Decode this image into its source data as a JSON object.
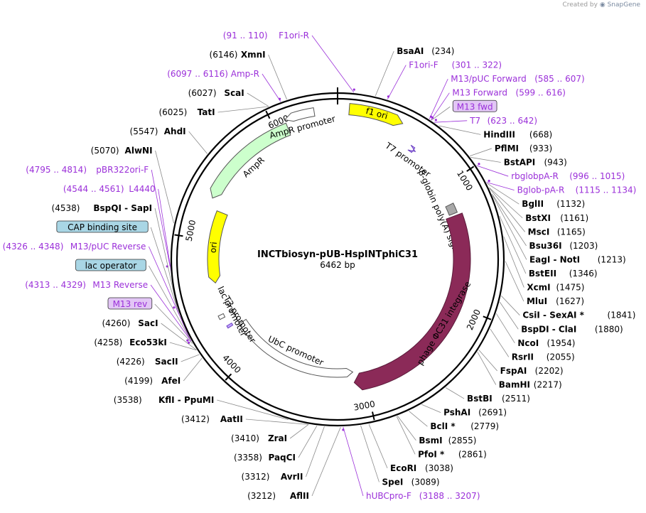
{
  "brand": {
    "prefix": "Created by",
    "name": "SnapGene"
  },
  "plasmid": {
    "name": "INCTbiosyn-pUB-HspINTphiC31",
    "length": "6462 bp",
    "bp": 6462
  },
  "ticks": [
    1000,
    2000,
    3000,
    4000,
    5000,
    6000
  ],
  "features": [
    {
      "name": "f1-ori",
      "label": "f1 ori",
      "start": 80,
      "end": 460,
      "r": 212,
      "w": 16,
      "color": "#ffff00",
      "stroke": "#555555",
      "dir": "cw",
      "label_inside": true
    },
    {
      "name": "t7-promoter",
      "label": "T7 promoter",
      "start": 623,
      "end": 642,
      "r": 187,
      "w": 8,
      "color": "#c0a0ff",
      "stroke": "#6a3fbf",
      "dir": "cw",
      "label_inside": false
    },
    {
      "name": "beta-globin-polya",
      "label": "β-globin poly(A) signal",
      "start": 1150,
      "end": 1230,
      "r": 175,
      "w": 12,
      "color": "#a8a8a8",
      "stroke": "#555555",
      "dir": "none",
      "label_inside": false
    },
    {
      "name": "phage-phic31-integrase",
      "label": "phage ΦC31 integrase",
      "start": 1250,
      "end": 3093,
      "r": 175,
      "w": 24,
      "color": "#8b2a58",
      "stroke": "#5a1b3a",
      "dir": "cw",
      "label_inside": true
    },
    {
      "name": "ubc-promoter",
      "label": "UbC promoter",
      "start": 3093,
      "end": 4250,
      "r": 160,
      "w": 12,
      "color": "#ffffff",
      "stroke": "#555555",
      "dir": "ccw",
      "label_inside": false
    },
    {
      "name": "t3-promoter",
      "label": "T3 promoter",
      "start": 4270,
      "end": 4290,
      "r": 178,
      "w": 8,
      "color": "#c0a0ff",
      "stroke": "#6a3fbf",
      "dir": "none",
      "label_inside": false
    },
    {
      "name": "lac-promoter",
      "label": "lac promoter",
      "start": 4360,
      "end": 4390,
      "r": 182,
      "w": 8,
      "color": "#ffffff",
      "stroke": "#555555",
      "dir": "none",
      "label_inside": false
    },
    {
      "name": "ori",
      "label": "ori",
      "start": 4650,
      "end": 5240,
      "r": 175,
      "w": 16,
      "color": "#ffff00",
      "stroke": "#555555",
      "dir": "ccw",
      "label_inside": true
    },
    {
      "name": "ampr",
      "label": "AmpR",
      "start": 5315,
      "end": 6090,
      "r": 196,
      "w": 18,
      "color": "#ccffcc",
      "stroke": "#555555",
      "dir": "ccw",
      "label_inside": false
    },
    {
      "name": "ampr-promoter",
      "label": "AmpR promoter",
      "start": 6090,
      "end": 6300,
      "r": 210,
      "w": 12,
      "color": "#ffffff",
      "stroke": "#555555",
      "dir": "ccw",
      "label_inside": false
    }
  ],
  "right_labels": [
    {
      "name": "BsaAI",
      "pos": "(234)",
      "kind": "site",
      "bp": 234
    },
    {
      "name": "F1ori-F",
      "pos": "(301 .. 322)",
      "kind": "primer",
      "bp": 311
    },
    {
      "name": "M13/pUC Forward",
      "pos": "(585 .. 607)",
      "kind": "primer",
      "bp": 596
    },
    {
      "name": "M13 Forward",
      "pos": "(599 .. 616)",
      "kind": "primer",
      "bp": 607
    },
    {
      "name": "M13 fwd",
      "pos": "",
      "kind": "boxed",
      "bp": 610
    },
    {
      "name": "T7",
      "pos": "(623 .. 642)",
      "kind": "primer",
      "bp": 632
    },
    {
      "name": "HindIII",
      "pos": "(668)",
      "kind": "site",
      "bp": 668
    },
    {
      "name": "PflMI",
      "pos": "(933)",
      "kind": "site",
      "bp": 933
    },
    {
      "name": "BstAPI",
      "pos": "(943)",
      "kind": "site",
      "bp": 943
    },
    {
      "name": "rbglobpA-R",
      "pos": "(996 .. 1015)",
      "kind": "primer",
      "bp": 1005
    },
    {
      "name": "Bglob-pA-R",
      "pos": "(1115 .. 1134)",
      "kind": "primer",
      "bp": 1124
    },
    {
      "name": "BglII",
      "pos": "(1132)",
      "kind": "site",
      "bp": 1132
    },
    {
      "name": "BstXI",
      "pos": "(1161)",
      "kind": "site",
      "bp": 1161
    },
    {
      "name": "MscI",
      "pos": "(1165)",
      "kind": "site",
      "bp": 1165
    },
    {
      "name": "Bsu36I",
      "pos": "(1203)",
      "kind": "site",
      "bp": 1203
    },
    {
      "name": "EagI - NotI",
      "pos": "(1213)",
      "kind": "site",
      "bp": 1213
    },
    {
      "name": "BstEII",
      "pos": "(1346)",
      "kind": "site",
      "bp": 1346
    },
    {
      "name": "XcmI",
      "pos": "(1475)",
      "kind": "site",
      "bp": 1475
    },
    {
      "name": "MluI",
      "pos": "(1627)",
      "kind": "site",
      "bp": 1627
    },
    {
      "name": "CsiI - SexAI *",
      "pos": "(1841)",
      "kind": "site",
      "bp": 1841
    },
    {
      "name": "BspDI - ClaI",
      "pos": "(1880)",
      "kind": "site",
      "bp": 1880
    },
    {
      "name": "NcoI",
      "pos": "(1954)",
      "kind": "site",
      "bp": 1954
    },
    {
      "name": "RsrII",
      "pos": "(2055)",
      "kind": "site",
      "bp": 2055
    },
    {
      "name": "FspAI",
      "pos": "(2202)",
      "kind": "site",
      "bp": 2202
    },
    {
      "name": "BamHI",
      "pos": "(2217)",
      "kind": "site",
      "bp": 2217
    },
    {
      "name": "BstBI",
      "pos": "(2511)",
      "kind": "site",
      "bp": 2511
    },
    {
      "name": "PshAI",
      "pos": "(2691)",
      "kind": "site",
      "bp": 2691
    },
    {
      "name": "BclI *",
      "pos": "(2779)",
      "kind": "site",
      "bp": 2779
    },
    {
      "name": "BsmI",
      "pos": "(2855)",
      "kind": "site",
      "bp": 2855
    },
    {
      "name": "PfoI *",
      "pos": "(2861)",
      "kind": "site",
      "bp": 2861
    },
    {
      "name": "EcoRI",
      "pos": "(3038)",
      "kind": "site",
      "bp": 3038
    },
    {
      "name": "SpeI",
      "pos": "(3089)",
      "kind": "site",
      "bp": 3089
    },
    {
      "name": "hUBCpro-F",
      "pos": "(3188 .. 3207)",
      "kind": "primer",
      "bp": 3197
    }
  ],
  "left_labels": [
    {
      "name": "F1ori-R",
      "pos": "(91 .. 110)",
      "kind": "primer",
      "bp": 100
    },
    {
      "name": "XmnI",
      "pos": "(6146)",
      "kind": "site",
      "bp": 6146
    },
    {
      "name": "Amp-R",
      "pos": "(6097 .. 6116)",
      "kind": "primer",
      "bp": 6106
    },
    {
      "name": "ScaI",
      "pos": "(6027)",
      "kind": "site",
      "bp": 6027
    },
    {
      "name": "TatI",
      "pos": "(6025)",
      "kind": "site",
      "bp": 6025
    },
    {
      "name": "AhdI",
      "pos": "(5547)",
      "kind": "site",
      "bp": 5547
    },
    {
      "name": "AlwNI",
      "pos": "(5070)",
      "kind": "site",
      "bp": 5070
    },
    {
      "name": "pBR322ori-F",
      "pos": "(4795 .. 4814)",
      "kind": "primer",
      "bp": 4804
    },
    {
      "name": "L4440",
      "pos": "(4544 .. 4561)",
      "kind": "primer",
      "bp": 4552
    },
    {
      "name": "BspQI - SapI",
      "pos": "(4538)",
      "kind": "site",
      "bp": 4538
    },
    {
      "name": "CAP binding site",
      "pos": "",
      "kind": "cyanbox",
      "bp": 4500
    },
    {
      "name": "M13/pUC Reverse",
      "pos": "(4326 .. 4348)",
      "kind": "primer",
      "bp": 4337
    },
    {
      "name": "lac operator",
      "pos": "",
      "kind": "cyanbox",
      "bp": 4325
    },
    {
      "name": "M13 Reverse",
      "pos": "(4313 .. 4329)",
      "kind": "primer",
      "bp": 4321
    },
    {
      "name": "M13 rev",
      "pos": "",
      "kind": "boxed",
      "bp": 4305
    },
    {
      "name": "SacI",
      "pos": "(4260)",
      "kind": "site",
      "bp": 4260
    },
    {
      "name": "Eco53kI",
      "pos": "(4258)",
      "kind": "site",
      "bp": 4258
    },
    {
      "name": "SacII",
      "pos": "(4226)",
      "kind": "site",
      "bp": 4226
    },
    {
      "name": "AfeI",
      "pos": "(4199)",
      "kind": "site",
      "bp": 4199
    },
    {
      "name": "KflI - PpuMI",
      "pos": "(3538)",
      "kind": "site",
      "bp": 3538
    },
    {
      "name": "AatII",
      "pos": "(3412)",
      "kind": "site",
      "bp": 3412
    },
    {
      "name": "ZraI",
      "pos": "(3410)",
      "kind": "site",
      "bp": 3410
    },
    {
      "name": "PaqCI",
      "pos": "(3358)",
      "kind": "site",
      "bp": 3358
    },
    {
      "name": "AvrII",
      "pos": "(3312)",
      "kind": "site",
      "bp": 3312
    },
    {
      "name": "AflII",
      "pos": "(3212)",
      "kind": "site",
      "bp": 3212
    }
  ]
}
